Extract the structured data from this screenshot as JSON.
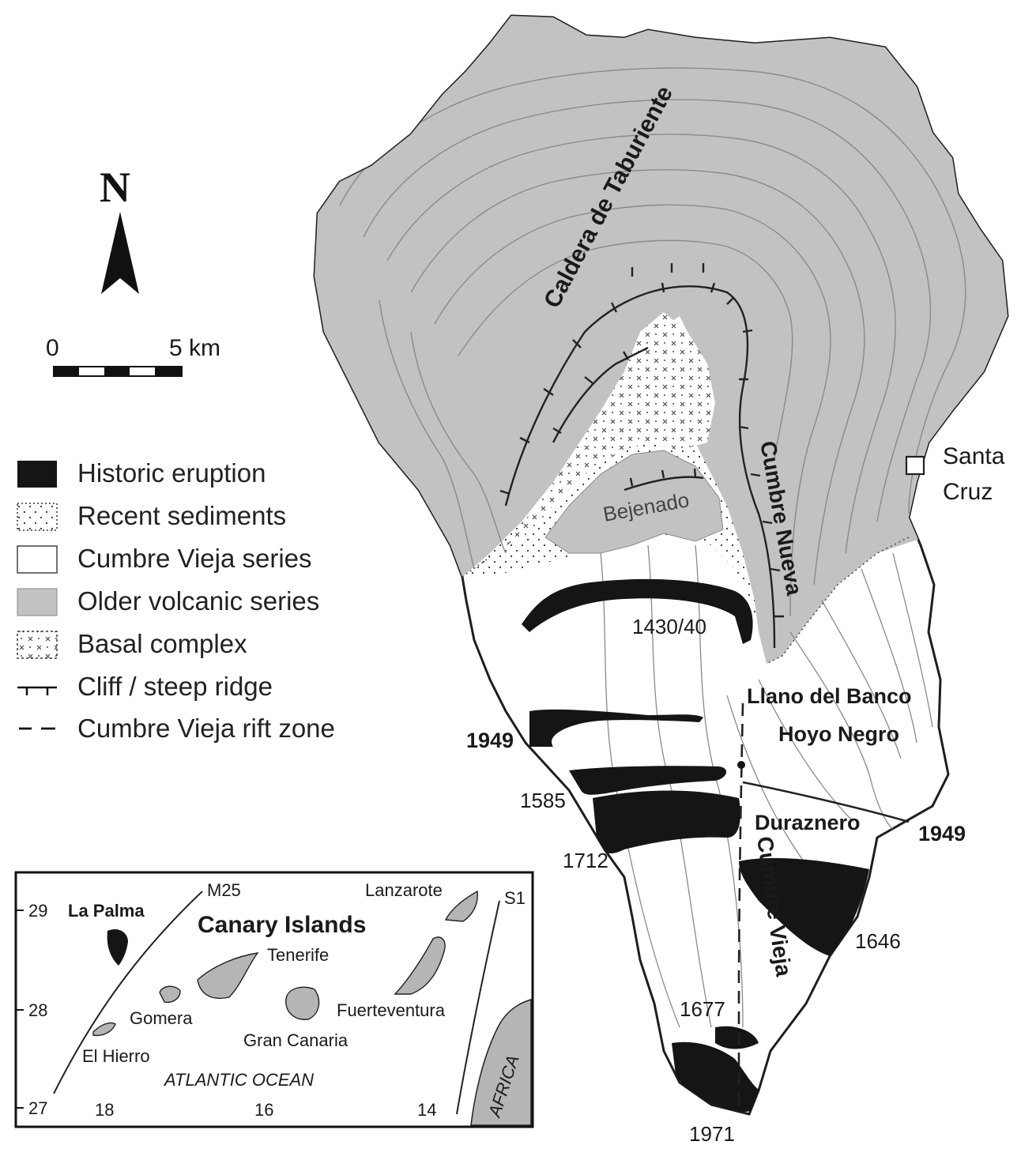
{
  "north": {
    "label": "N"
  },
  "scale": {
    "start": "0",
    "end": "5 km"
  },
  "legend": [
    {
      "key": "historic",
      "label": "Historic eruption"
    },
    {
      "key": "sediments",
      "label": "Recent sediments"
    },
    {
      "key": "cumbre-vieja",
      "label": "Cumbre Vieja series"
    },
    {
      "key": "older",
      "label": "Older volcanic series"
    },
    {
      "key": "basal",
      "label": "Basal complex"
    },
    {
      "key": "cliff",
      "label": "Cliff / steep ridge"
    },
    {
      "key": "rift",
      "label": "Cumbre Vieja rift zone"
    }
  ],
  "map_labels": {
    "caldera": "Caldera de Taburiente",
    "bejenado": "Bejenado",
    "cumbre_nueva": "Cumbre Nueva",
    "cumbre_vieja": "Cumbre Vieja",
    "santa": "Santa",
    "cruz": "Cruz",
    "llano": "Llano del Banco",
    "hoyo": "Hoyo Negro",
    "duraznero": "Duraznero",
    "y1430": "1430/40",
    "y1949w": "1949",
    "y1949e": "1949",
    "y1585": "1585",
    "y1712": "1712",
    "y1646": "1646",
    "y1677": "1677",
    "y1971": "1971"
  },
  "inset": {
    "title": "Canary Islands",
    "ocean": "ATLANTIC OCEAN",
    "africa": "AFRICA",
    "m25": "M25",
    "s1": "S1",
    "lat": [
      "29",
      "28",
      "27"
    ],
    "lon": [
      "18",
      "16",
      "14"
    ],
    "islands": {
      "la_palma": "La Palma",
      "tenerife": "Tenerife",
      "gomera": "Gomera",
      "el_hierro": "El Hierro",
      "gran_canaria": "Gran Canaria",
      "fuerteventura": "Fuerteventura",
      "lanzarote": "Lanzarote"
    }
  },
  "colors": {
    "older": "#c2c2c2",
    "historic": "#151515",
    "outline": "#1e1e1e",
    "contour": "#8a8a8a"
  }
}
